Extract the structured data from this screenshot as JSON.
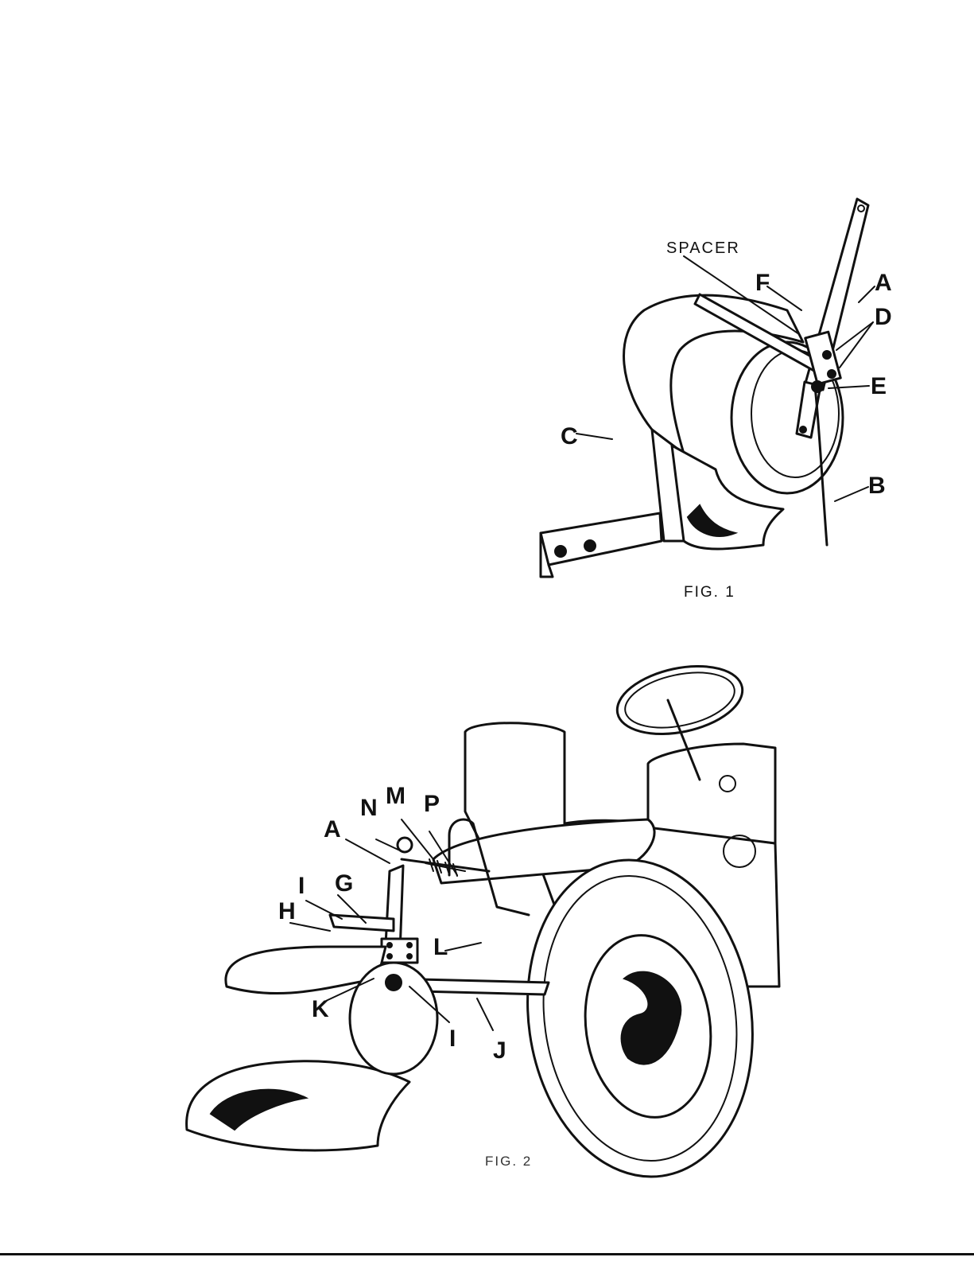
{
  "fig1": {
    "caption": "FIG. 1",
    "spacer_label": "SPACER",
    "callouts": {
      "A": "A",
      "B": "B",
      "C": "C",
      "D": "D",
      "E": "E",
      "F": "F"
    }
  },
  "fig2": {
    "caption": "FIG. 2",
    "callouts": {
      "A": "A",
      "G": "G",
      "H": "H",
      "I_top": "I",
      "I_bottom": "I",
      "J": "J",
      "K": "K",
      "L": "L",
      "M": "M",
      "N": "N",
      "P": "P"
    }
  }
}
